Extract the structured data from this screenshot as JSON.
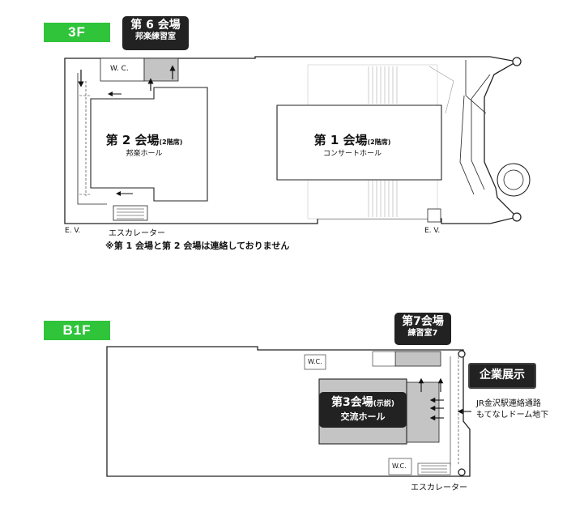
{
  "floor_3f": {
    "tag": "3F",
    "venue6": {
      "title": "第 6 会場",
      "subtitle": "邦楽練習室"
    },
    "venue2": {
      "title": "第 2 会場",
      "note": "(2階席)",
      "subtitle": "邦楽ホール"
    },
    "venue1": {
      "title": "第 1 会場",
      "note": "(2階席)",
      "subtitle": "コンサートホール"
    },
    "wc": "W. C.",
    "ev_left": "E. V.",
    "ev_right": "E. V.",
    "escalator": "エスカレーター",
    "footnote": "※第 1 会場と第 2 会場は連絡しておりません"
  },
  "floor_b1f": {
    "tag": "B1F",
    "venue7": {
      "title": "第7会場",
      "subtitle": "練習室7"
    },
    "venue3": {
      "title": "第3会場",
      "note": "(示説)",
      "subtitle": "交流ホール"
    },
    "exhibition": "企業展示",
    "jr_line1": "JR金沢駅連絡通路",
    "jr_line2": "もてなしドーム地下",
    "wc_top": "W.C.",
    "wc_bottom": "W.C.",
    "escalator": "エスカレーター"
  },
  "colors": {
    "tag_green": "#2fc43a",
    "label_dark": "#222222",
    "hall_gray": "#c4c4c4"
  }
}
